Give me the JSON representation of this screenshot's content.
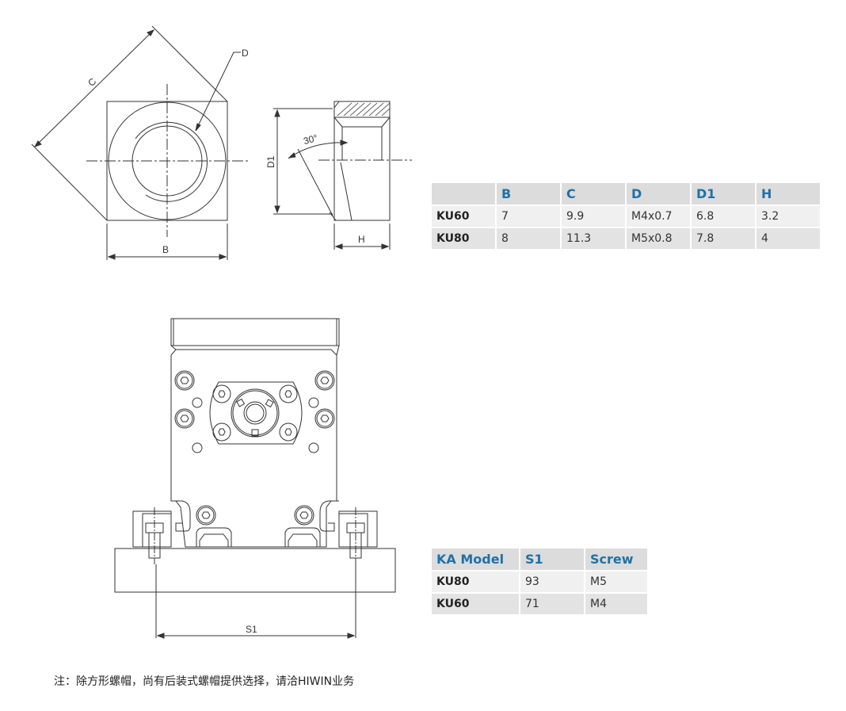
{
  "drawing_top": {
    "labels": {
      "C": "C",
      "D": "D",
      "B": "B",
      "D1": "D1",
      "angle": "30°",
      "H": "H"
    }
  },
  "drawing_bottom": {
    "labels": {
      "S1": "S1"
    }
  },
  "nut_table": {
    "headers": [
      "",
      "B",
      "C",
      "D",
      "D1",
      "H"
    ],
    "rows": [
      [
        "KU60",
        "7",
        "9.9",
        "M4x0.7",
        "6.8",
        "3.2"
      ],
      [
        "KU80",
        "8",
        "11.3",
        "M5x0.8",
        "7.8",
        "4"
      ]
    ]
  },
  "ka_table": {
    "headers": [
      "KA Model",
      "S1",
      "Screw"
    ],
    "rows": [
      [
        "KU80",
        "93",
        "M5"
      ],
      [
        "KU60",
        "71",
        "M4"
      ]
    ]
  },
  "note": "注：除方形螺帽，尚有后装式螺帽提供选择，请洽HIWIN业务",
  "colors": {
    "header_text": "#1f72a8",
    "header_bg": "#dcdcdc",
    "row_light": "#f0f0f0",
    "row_dark": "#e3e3e3"
  }
}
